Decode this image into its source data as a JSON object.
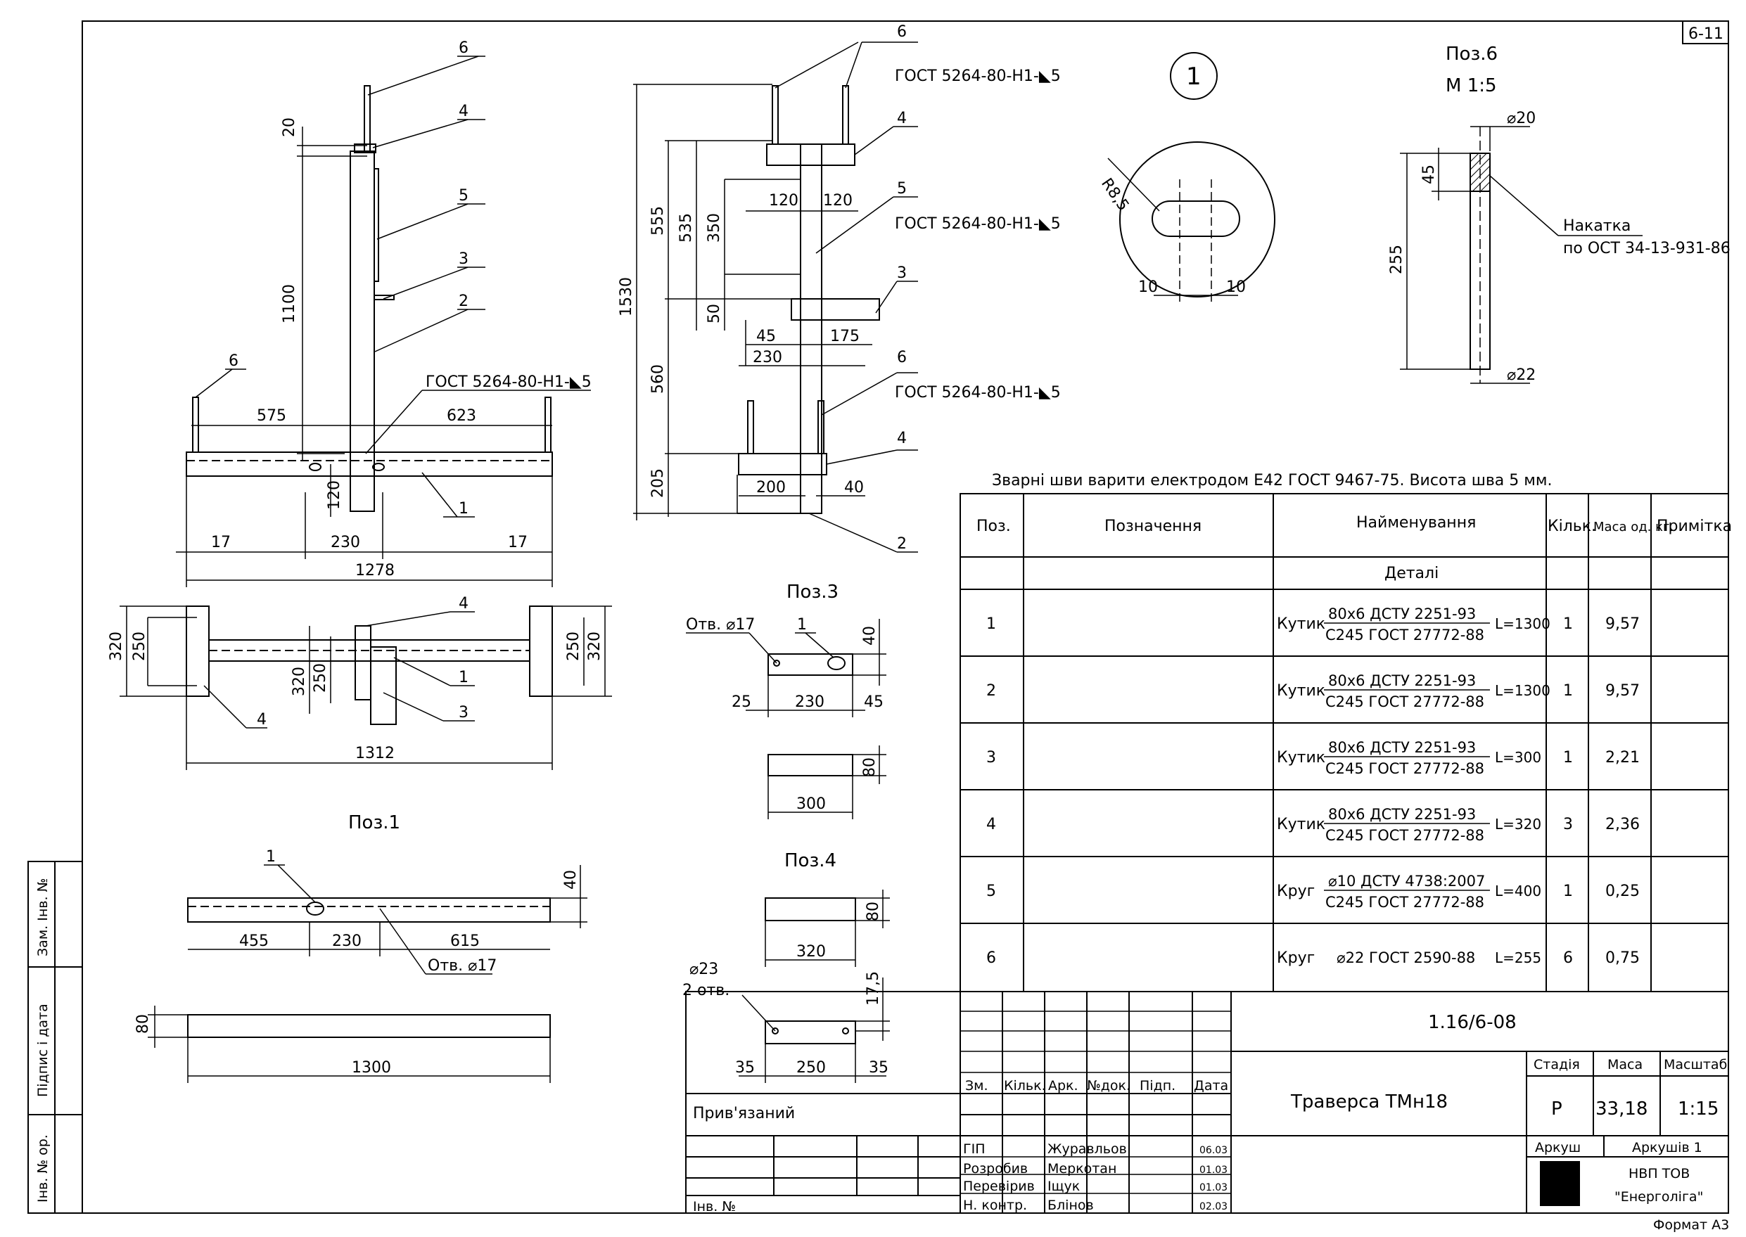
{
  "sheet_id": "6-11",
  "format_label": "Формат А3",
  "callout_number": "1",
  "note": "Зварні шви варити електродом Е42 ГОСТ 9467-75. Висота шва 5 мм.",
  "side_stamp": {
    "replace_inv": "Зам. Інв. №",
    "sign_date": "Підпис і дата",
    "inv_orig": "Інв. № ор."
  },
  "views": {
    "pos1": "Поз.1",
    "pos3": "Поз.3",
    "pos4": "Поз.4",
    "pos6_title": "Поз.6",
    "pos6_scale": "М 1:5"
  },
  "labels": {
    "gost_weld": "ГОСТ 5264-80-Н1-◣5",
    "hole17": "Отв. ⌀17",
    "hole23": "⌀23",
    "holes2": "2 отв.",
    "knurl": "Накатка",
    "knurl_std": "по ОСТ 34-13-931-86",
    "d20": "⌀20",
    "d22": "⌀22",
    "r85": "R8,5"
  },
  "dims": {
    "main": [
      "20",
      "1100",
      "575",
      "623",
      "120",
      "230",
      "17",
      "1278",
      "320",
      "250",
      "1312"
    ],
    "side": [
      "1530",
      "555",
      "535",
      "350",
      "120",
      "50",
      "45",
      "175",
      "230",
      "560",
      "205",
      "200",
      "40"
    ],
    "pos1": [
      "40",
      "455",
      "230",
      "615",
      "80",
      "1300"
    ],
    "pos3": [
      "40",
      "25",
      "230",
      "45",
      "80",
      "300"
    ],
    "pos4": [
      "80",
      "320",
      "17,5",
      "35",
      "250",
      "35"
    ],
    "pos6": [
      "45",
      "255"
    ],
    "slot": [
      "10",
      "10"
    ]
  },
  "leaders": [
    "6",
    "4",
    "5",
    "3",
    "2",
    "1"
  ],
  "spec": {
    "headers": {
      "pos": "Поз.",
      "designation": "Позначення",
      "name": "Найменування",
      "qty": "Кільк.",
      "mass": "Маса од. кг.",
      "note": "Примітка"
    },
    "section": "Деталі",
    "rows": [
      {
        "pos": "1",
        "type": "Кутик",
        "std_top": "80х6 ДСТУ 2251-93",
        "std_bottom": "С245 ГОСТ 27772-88",
        "length": "L=1300",
        "qty": "1",
        "mass": "9,57"
      },
      {
        "pos": "2",
        "type": "Кутик",
        "std_top": "80х6 ДСТУ 2251-93",
        "std_bottom": "С245 ГОСТ 27772-88",
        "length": "L=1300",
        "qty": "1",
        "mass": "9,57"
      },
      {
        "pos": "3",
        "type": "Кутик",
        "std_top": "80х6 ДСТУ 2251-93",
        "std_bottom": "С245 ГОСТ 27772-88",
        "length": "L=300",
        "qty": "1",
        "mass": "2,21"
      },
      {
        "pos": "4",
        "type": "Кутик",
        "std_top": "80х6 ДСТУ 2251-93",
        "std_bottom": "С245 ГОСТ 27772-88",
        "length": "L=320",
        "qty": "3",
        "mass": "2,36"
      },
      {
        "pos": "5",
        "type": "Круг",
        "std_top": "⌀10 ДСТУ 4738:2007",
        "std_bottom": "С245 ГОСТ 27772-88",
        "length": "L=400",
        "qty": "1",
        "mass": "0,25"
      },
      {
        "pos": "6",
        "type": "Круг",
        "std_top": "⌀22 ГОСТ 2590-88",
        "std_bottom": "",
        "length": "L=255",
        "qty": "6",
        "mass": "0,75"
      }
    ]
  },
  "title_block": {
    "doc_code": "1.16/6-08",
    "title": "Траверса ТМн18",
    "stage_label": "Стадія",
    "mass_label": "Маса",
    "scale_label": "Масштаб",
    "stage": "Р",
    "mass": "33,18",
    "scale": "1:15",
    "sheet_label": "Аркуш",
    "sheets_label": "Аркушів 1",
    "org_line1": "НВП ТОВ",
    "org_line2": "\"Енерголіга\"",
    "bound_label": "Прив'язаний",
    "inv_label": "Інв. №",
    "col_headers": [
      "Зм.",
      "Кільк.",
      "Арк.",
      "№док.",
      "Підп.",
      "Дата"
    ],
    "roles": [
      {
        "role": "ГІП",
        "name": "Журавльов",
        "date": "06.03"
      },
      {
        "role": "Розробив",
        "name": "Меркотан",
        "date": "01.03"
      },
      {
        "role": "Перевірив",
        "name": "Іщук",
        "date": "01.03"
      },
      {
        "role": "Н. контр.",
        "name": "Блінов",
        "date": "02.03"
      }
    ]
  }
}
